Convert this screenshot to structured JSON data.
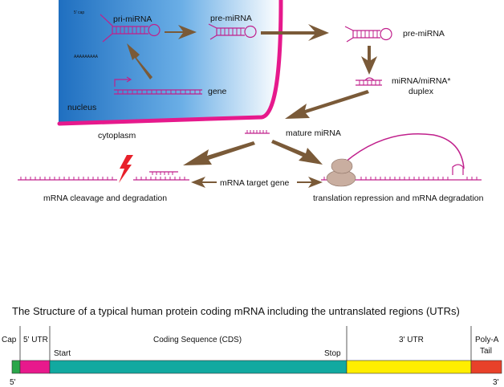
{
  "pathway": {
    "labels": {
      "cap_5": "5' cap",
      "poly_a": "AAAAAAAAA",
      "pri_mirna": "pri-miRNA",
      "pre_mirna_nucleus": "pre-miRNA",
      "pre_mirna_cytoplasm": "pre-miRNA",
      "duplex_line1": "miRNA/miRNA*",
      "duplex_line2": "duplex",
      "gene": "gene",
      "nucleus": "nucleus",
      "cytoplasm": "cytoplasm",
      "mature_mirna": "mature miRNA",
      "mrna_target_gene": "mRNA target gene",
      "cleavage": "mRNA cleavage and degradation",
      "repression": "translation repression and mRNA degradation"
    },
    "colors": {
      "rna": "#c0208c",
      "nucleus_membrane": "#e6198c",
      "nucleus_fill_dark": "#1f6fc0",
      "nucleus_fill_light": "#ffffff",
      "arrow": "#7a5a38",
      "lightning": "#e8202a",
      "ribosome": "#c9aea0"
    }
  },
  "mrna_structure": {
    "title": "The Structure of a typical human protein coding mRNA including the untranslated regions (UTRs)",
    "end_5": "5'",
    "end_3": "3'",
    "segments": [
      {
        "label": "Cap",
        "color": "#2aa64a"
      },
      {
        "label": "5' UTR",
        "color": "#e8198c"
      },
      {
        "label": "Coding Sequence (CDS)",
        "color": "#12a9a0",
        "start_label": "Start",
        "stop_label": "Stop"
      },
      {
        "label": "3' UTR",
        "color": "#ffee00"
      },
      {
        "label": "Poly-A",
        "label2": "Tail",
        "color": "#e8412a"
      }
    ]
  }
}
